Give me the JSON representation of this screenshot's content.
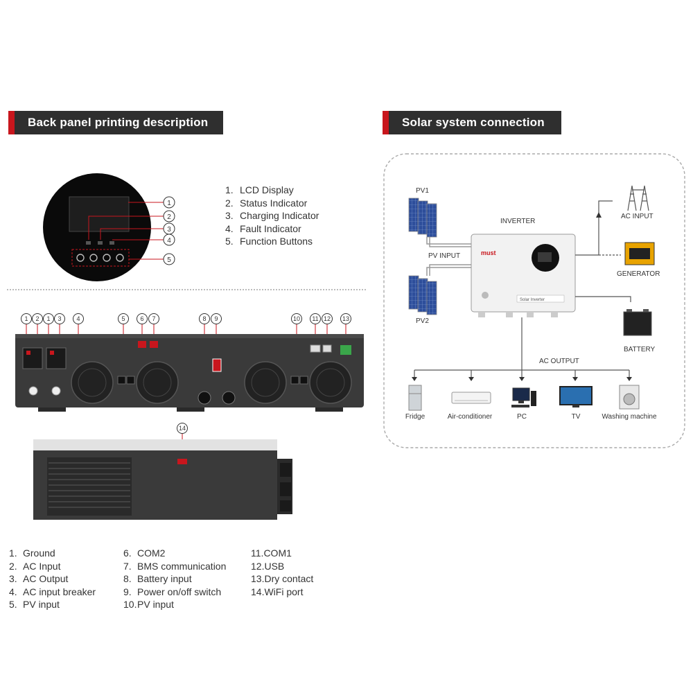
{
  "left_header": "Back panel printing description",
  "right_header": "Solar system connection",
  "front_panel_items": [
    {
      "n": "1.",
      "label": "LCD Display"
    },
    {
      "n": "2.",
      "label": "Status Indicator"
    },
    {
      "n": "3.",
      "label": "Charging Indicator"
    },
    {
      "n": "4.",
      "label": "Fault Indicator"
    },
    {
      "n": "5.",
      "label": "Function Buttons"
    }
  ],
  "callouts_front": [
    "1",
    "2",
    "3",
    "4",
    "5"
  ],
  "callouts_back": [
    "1",
    "2",
    "1",
    "3",
    "4",
    "5",
    "6",
    "7",
    "8",
    "9",
    "10",
    "11",
    "12",
    "13"
  ],
  "callout_side": "14",
  "back_items_col1": [
    {
      "n": "1.",
      "label": "Ground"
    },
    {
      "n": "2.",
      "label": "AC Input"
    },
    {
      "n": "3.",
      "label": "AC Output"
    },
    {
      "n": "4.",
      "label": "AC input breaker"
    },
    {
      "n": "5.",
      "label": "PV input"
    }
  ],
  "back_items_col2": [
    {
      "n": "6.",
      "label": "COM2"
    },
    {
      "n": "7.",
      "label": "BMS communication"
    },
    {
      "n": "8.",
      "label": "Battery input"
    },
    {
      "n": "9.",
      "label": "Power on/off switch"
    },
    {
      "n": "10.",
      "label": "PV input"
    }
  ],
  "back_items_col3": [
    {
      "n": "11.",
      "label": "COM1"
    },
    {
      "n": "12.",
      "label": "USB"
    },
    {
      "n": "13.",
      "label": "Dry contact"
    },
    {
      "n": "14.",
      "label": "WiFi port"
    }
  ],
  "system": {
    "pv1": "PV1",
    "pv2": "PV2",
    "pv_input": "PV INPUT",
    "inverter": "INVERTER",
    "inverter_brand": "must",
    "inverter_model": "Solar Inverter",
    "ac_input": "AC INPUT",
    "generator": "GENERATOR",
    "battery": "BATTERY",
    "ac_output": "AC OUTPUT",
    "loads": [
      "Fridge",
      "Air-conditioner",
      "PC",
      "TV",
      "Washing machine"
    ]
  },
  "colors": {
    "accent": "#c8161d",
    "header_bg": "#2f2f2f",
    "panel_dark": "#3a3a3a",
    "solar_blue": "#2d4e9b"
  }
}
